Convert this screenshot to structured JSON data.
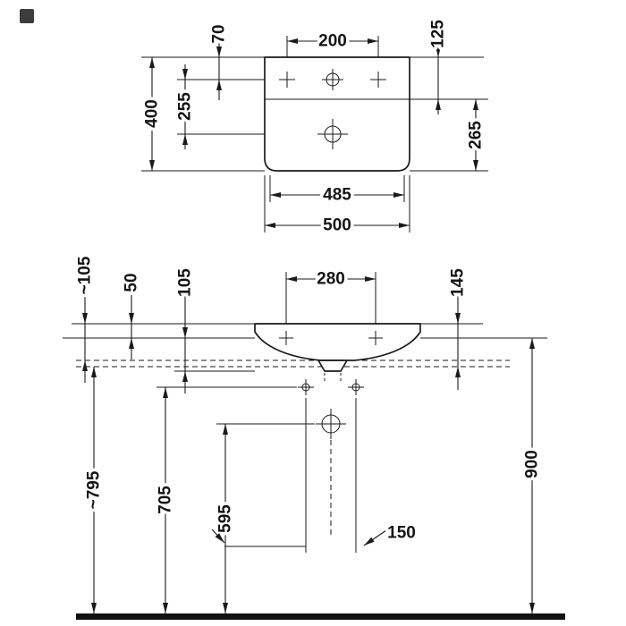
{
  "plan_view": {
    "dims": {
      "faucet_spacing": "200",
      "rear_to_faucet": "70",
      "right_upper": "125",
      "depth": "400",
      "faucet_to_drain": "255",
      "right_lower": "265",
      "inner_width": "485",
      "width": "500"
    }
  },
  "elevation_view": {
    "dims": {
      "rim_offset_approx": "~105",
      "rim_to_faucet": "50",
      "faucet_to_line": "105",
      "hole_spacing": "280",
      "rim_to_apron": "145",
      "floor_to_line_approx": "~795",
      "floor_to_holes": "705",
      "floor_to_drain": "595",
      "rim_height": "900",
      "bottom_hole_spacing": "150"
    }
  }
}
